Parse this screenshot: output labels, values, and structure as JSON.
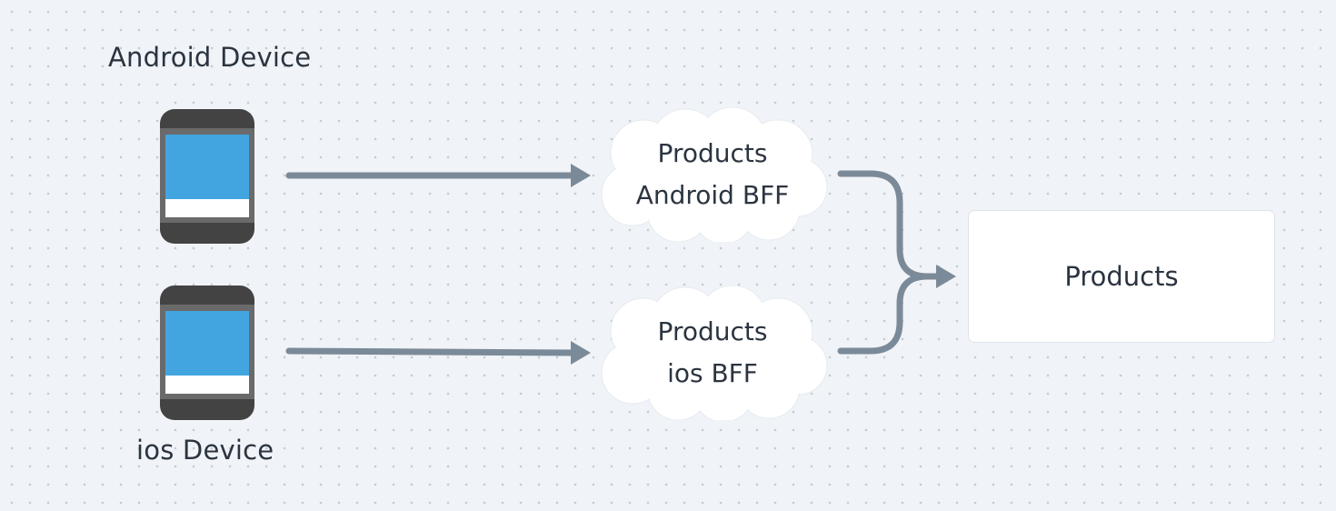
{
  "diagram": {
    "android_device_label": "Android Device",
    "ios_device_label": "ios Device",
    "android_bff": {
      "line1": "Products",
      "line2": "Android BFF"
    },
    "ios_bff": {
      "line1": "Products",
      "line2": "ios BFF"
    },
    "products_service_label": "Products"
  },
  "icons": {
    "android_device": "mobile-phone-icon",
    "ios_device": "mobile-phone-icon",
    "bff_shape": "cloud-shape"
  },
  "colors": {
    "background": "#f0f3f7",
    "grid_dot": "#c3cbd4",
    "arrow": "#7b8a98",
    "phone_body": "#434343",
    "phone_bezel": "#6a6a6a",
    "phone_screen": "#42a5e0",
    "phone_bottom_band": "#ffffff",
    "cloud_fill": "#ffffff",
    "box_fill": "#ffffff",
    "text": "#2b3440"
  }
}
